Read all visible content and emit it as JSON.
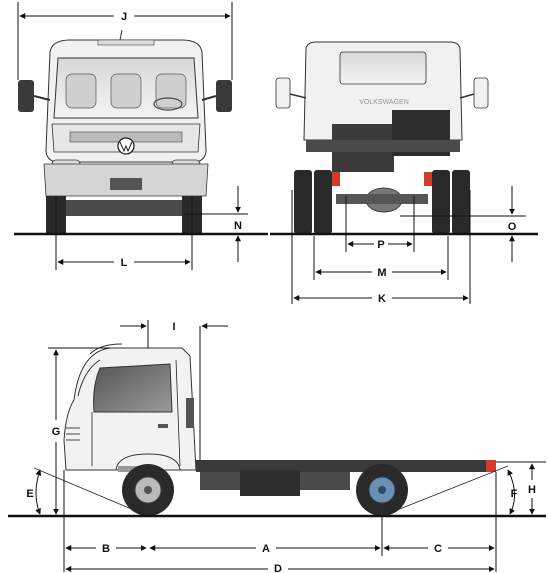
{
  "dimension_labels": {
    "J": "J",
    "N": "N",
    "L": "L",
    "O": "O",
    "P": "P",
    "M": "M",
    "K": "K",
    "I": "I",
    "G": "G",
    "E": "E",
    "F": "F",
    "H": "H",
    "B": "B",
    "A": "A",
    "C": "C",
    "D": "D"
  },
  "rear_badge": "VOLKSWAGEN",
  "colors": {
    "line": "#111111",
    "cab_white": "#f2f2f2",
    "tire": "#2a2a2a",
    "chassis": "#3a3a3a",
    "tail_light": "#d23b2a",
    "wheel_hub_side": "#6b8fb5"
  }
}
